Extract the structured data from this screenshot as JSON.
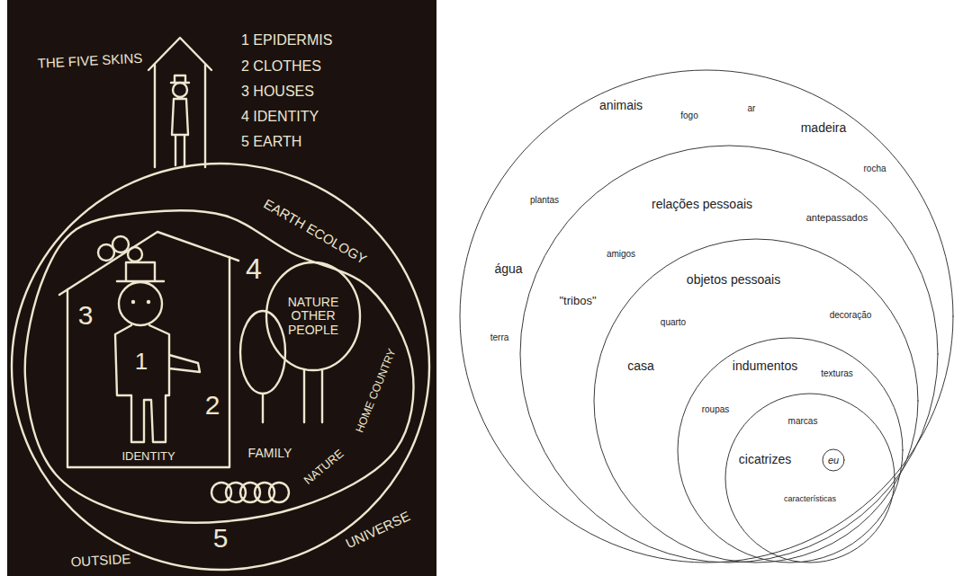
{
  "diagram": {
    "title": "THE FIVE SKINS",
    "nodes": [
      {
        "text": [
          "EARTH ECOLOGY",
          "5"
        ]
      },
      {
        "text": [
          "4",
          "HOME COUNTRY",
          "NATURE",
          "FAMILY"
        ],
        "in": 0
      },
      {
        "text": [
          "3",
          "2",
          "IDENTITY"
        ],
        "in": 1
      },
      {
        "text": [
          "1"
        ],
        "in": 2
      },
      {
        "text": [
          "NATURE OTHER PEOPLE"
        ],
        "in": 1
      },
      {
        "text": [
          "fogo",
          "ar",
          "madeira",
          "animais",
          "rocha",
          "plantas",
          "água",
          "terra"
        ]
      },
      {
        "text": [
          "relações pessoais",
          "antepassados",
          "amigos",
          "\"tribos\""
        ],
        "in": 5
      },
      {
        "text": [
          "objetos pessoais",
          "decoração",
          "quarto",
          "casa"
        ],
        "in": 6
      },
      {
        "text": [
          "indumentos",
          "texturas",
          "roupas"
        ],
        "in": 7
      },
      {
        "text": [
          "marcas",
          "cicatrizes",
          "características"
        ],
        "in": 8
      },
      {
        "text": [
          "eu"
        ],
        "in": 9
      }
    ],
    "labels": [
      "1 EPIDERMIS",
      "2 CLOTHES",
      "3 HOUSES",
      "4 IDENTITY",
      "5 EARTH",
      "UNIVERSE",
      "OUTSIDE"
    ]
  }
}
